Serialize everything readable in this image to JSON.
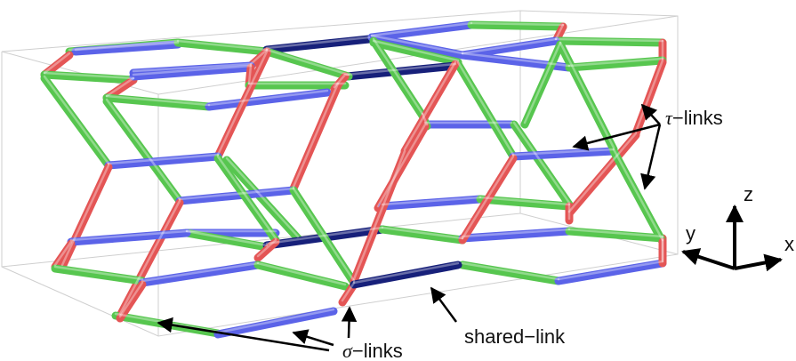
{
  "colors": {
    "red": "#e45555",
    "green": "#57c64f",
    "blue": "#5b63e8",
    "shared": "#17207a",
    "box": "#c9c9c9",
    "ink": "#000000"
  },
  "labels": {
    "tau": {
      "sym": "τ",
      "text": "−links"
    },
    "sigma": {
      "sym": "σ",
      "text": "−links"
    },
    "shared": "shared−link"
  },
  "axes": {
    "x": "x",
    "y": "y",
    "z": "z"
  }
}
